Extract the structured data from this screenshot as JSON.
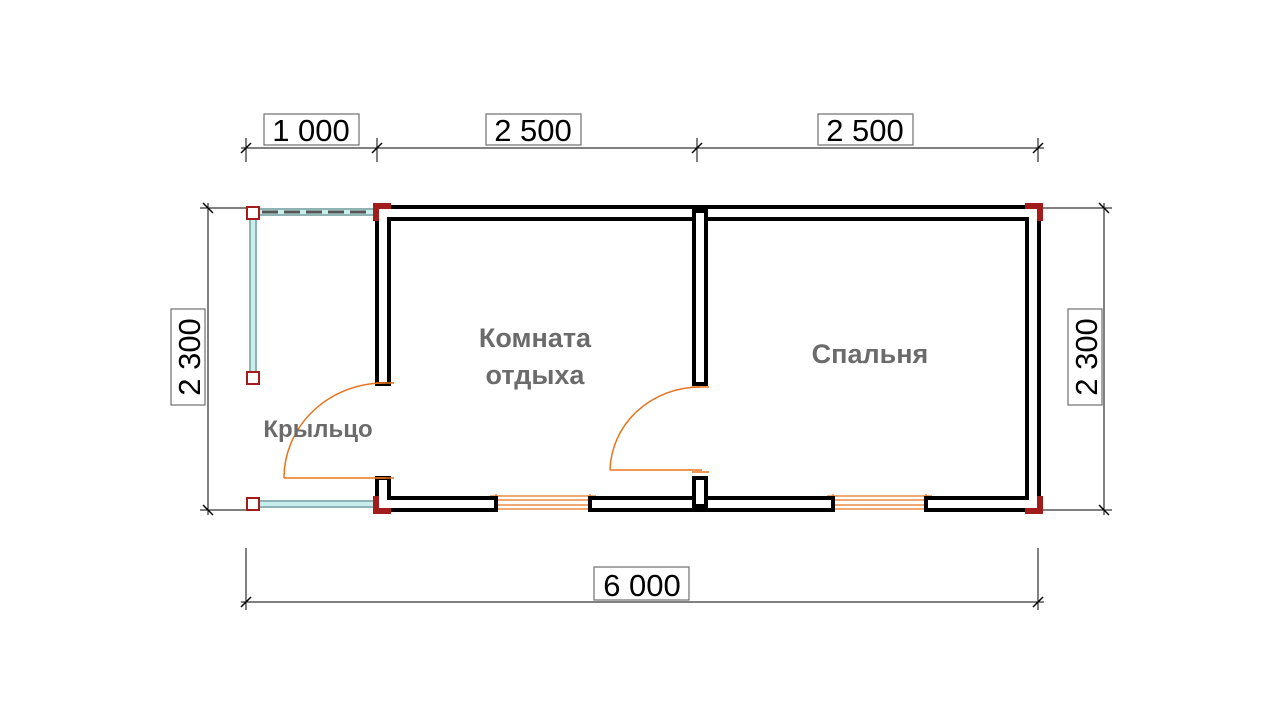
{
  "dimensions": {
    "top_porch": "1 000",
    "top_room_1": "2 500",
    "top_room_2": "2 500",
    "bottom_total": "6 000",
    "left_height": "2 300",
    "right_height": "2 300"
  },
  "rooms": {
    "lounge_line1": "Комната",
    "lounge_line2": "отдыха",
    "bedroom": "Спальня",
    "porch": "Крыльцо"
  },
  "colors": {
    "wall": "#000000",
    "door_window": "#e8731e",
    "porch_rail": "#c7eded",
    "post": "#a21c1c",
    "room_text": "#6b6b6b"
  }
}
